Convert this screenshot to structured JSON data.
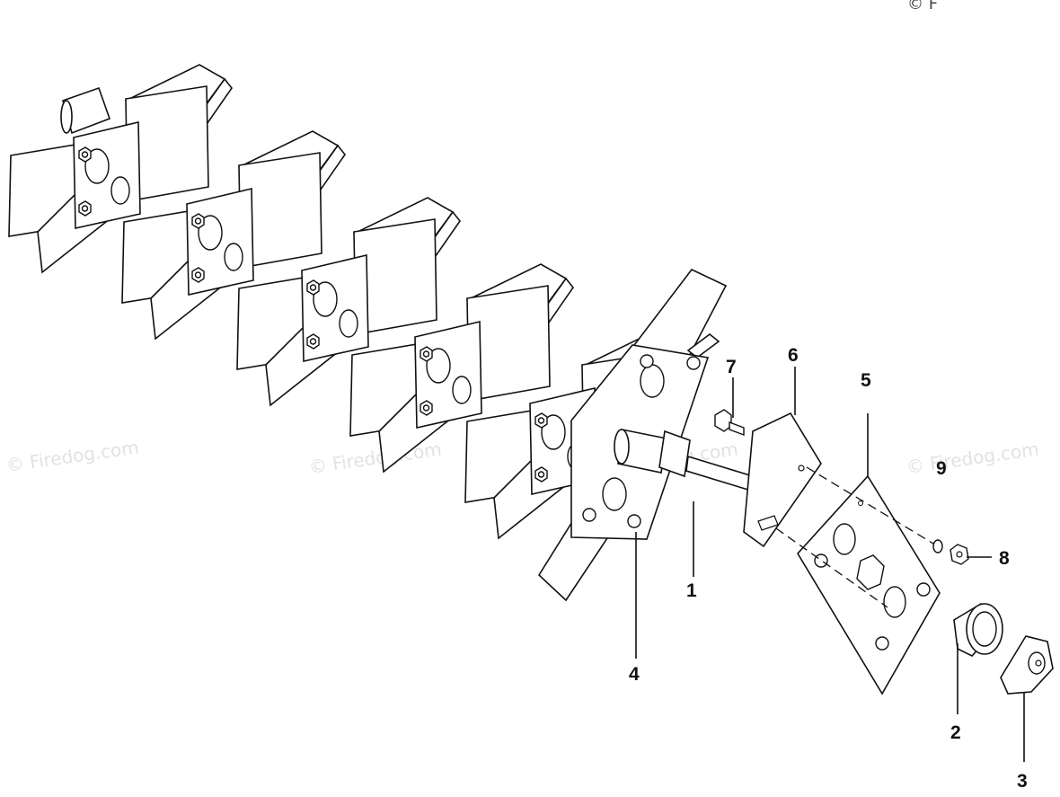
{
  "diagram": {
    "callouts": {
      "c1": "1",
      "c2": "2",
      "c3": "3",
      "c4": "4",
      "c5": "5",
      "c6": "6",
      "c7": "7",
      "c8": "8",
      "c9": "9"
    },
    "watermarks": [
      "© Firedog.com",
      "© Firedog.com",
      "© Firedog.com",
      "© Firedog.com"
    ],
    "copyright": "© F",
    "colors": {
      "ink": "#111111",
      "watermark": "#e2e2e2",
      "paper": "#ffffff"
    }
  }
}
